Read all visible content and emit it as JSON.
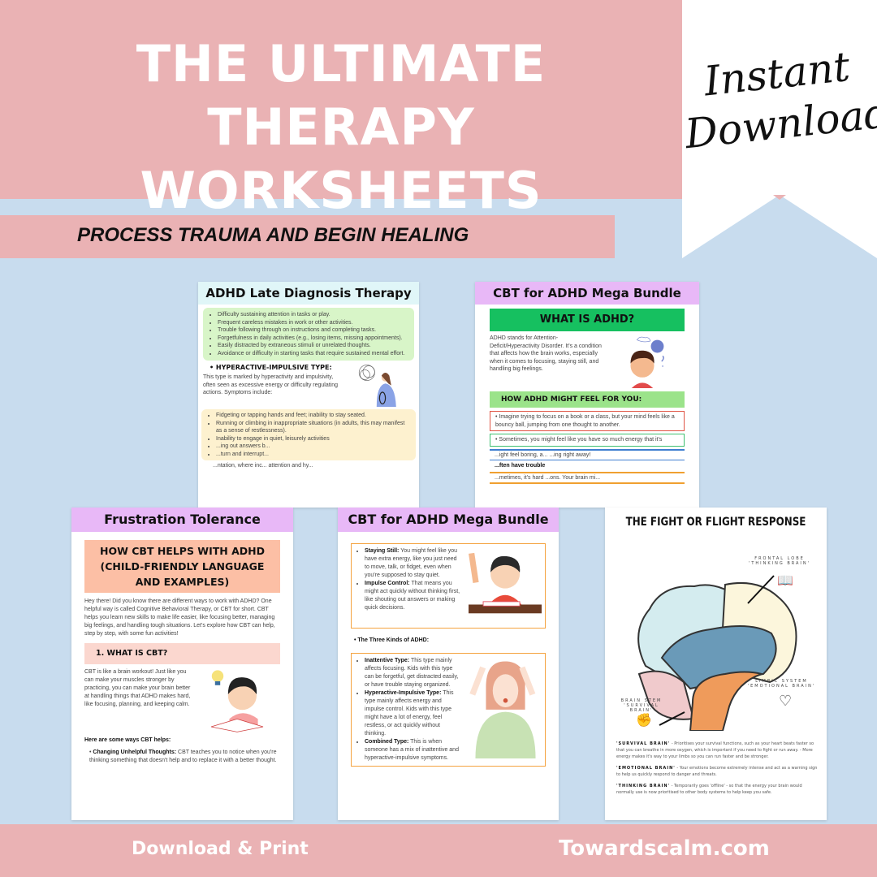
{
  "banner": {
    "title_line1": "THE ULTIMATE THERAPY",
    "title_line2": "WORKSHEETS",
    "badge_line1": "Instant",
    "badge_line2": "Download",
    "subtitle": "PROCESS TRAUMA AND BEGIN HEALING"
  },
  "colors": {
    "banner": "#eab2b4",
    "background": "#c8dcee",
    "card_header_purple": "#e8b8f7",
    "card_header_cyan": "#e0f6f8"
  },
  "footer": {
    "left": "Download & Print",
    "right": "Towardscalm.com"
  },
  "card_late": {
    "title": "ADHD Late Diagnosis Therapy",
    "list1": [
      "Difficulty sustaining attention in tasks or play.",
      "Frequent careless mistakes in work or other activities.",
      "Trouble following through on instructions and completing tasks.",
      "Forgetfulness in daily activities (e.g., losing items, missing appointments).",
      "Easily distracted by extraneous stimuli or unrelated thoughts.",
      "Avoidance or difficulty in starting tasks that require sustained mental effort."
    ],
    "heading": "HYPERACTIVE-IMPULSIVE TYPE:",
    "para": "This type is marked by hyperactivity and impulsivity, often seen as excessive energy or difficulty regulating actions. Symptoms include:",
    "list2": [
      "Fidgeting or tapping hands and feet; inability to stay seated.",
      "Running or climbing in inappropriate situations (in adults, this may manifest as a sense of restlessness).",
      "Inability to engage in quiet, leisurely activities",
      "...ing out answers b...",
      "...turn and interrupt..."
    ],
    "tail": "...ntation, where inc... attention and hy..."
  },
  "card_bundle1": {
    "title": "CBT for ADHD Mega Bundle",
    "section": "WHAT IS ADHD?",
    "para": "ADHD stands for Attention-Deficit/Hyperactivity Disorder. It's a condition that affects how the brain works, especially when it comes to focusing, staying still, and handling big feelings.",
    "section2": "HOW ADHD MIGHT FEEL FOR YOU:",
    "items": [
      "Imagine trying to focus on a book or a class, but your mind feels like a bouncy ball, jumping from one thought to another.",
      "Sometimes, you might feel like you have so much energy that it's",
      "...ight feel boring, a... ...ing right away!",
      "...ften have trouble",
      "...metimes, it's hard ...ons. Your brain mi..."
    ]
  },
  "card_frustration": {
    "title": "Frustration Tolerance",
    "heading": "HOW CBT HELPS WITH ADHD (CHILD-FRIENDLY LANGUAGE AND EXAMPLES)",
    "intro": "Hey there! Did you know there are different ways to work with ADHD? One helpful way is called Cognitive Behavioral Therapy, or CBT for short. CBT helps you learn new skills to make life easier, like focusing better, managing big feelings, and handling tough situations. Let's explore how CBT can help, step by step, with some fun activities!",
    "section": "1. WHAT IS CBT?",
    "para": "CBT is like a brain workout! Just like you can make your muscles stronger by practicing, you can make your brain better at handling things that ADHD makes hard, like focusing, planning, and keeping calm.",
    "ways_label": "Here are some ways CBT helps:",
    "bullet_label": "Changing Unhelpful Thoughts:",
    "bullet_text": "CBT teaches you to notice when you're thinking something that doesn't help and to replace it with a better thought."
  },
  "card_bundle2": {
    "title": "CBT for ADHD Mega Bundle",
    "box1": [
      {
        "label": "Staying Still:",
        "text": "You might feel like you have extra energy, like you just need to move, talk, or fidget, even when you're supposed to stay quiet."
      },
      {
        "label": "Impulse Control:",
        "text": "That means you might act quickly without thinking first, like shouting out answers or making quick decisions."
      }
    ],
    "kinds": "The Three Kinds of ADHD:",
    "box2": [
      {
        "label": "Inattentive Type:",
        "text": "This type mainly affects focusing. Kids with this type can be forgetful, get distracted easily, or have trouble staying organized."
      },
      {
        "label": "Hyperactive-Impulsive Type:",
        "text": "This type mainly affects energy and impulse control. Kids with this type might have a lot of energy, feel restless, or act quickly without thinking."
      },
      {
        "label": "Combined Type:",
        "text": "This is when someone has a mix of inattentive and hyperactive-impulsive symptoms."
      }
    ]
  },
  "card_brain": {
    "title": "THE FIGHT OR FLIGHT RESPONSE",
    "frontal": "FRONTAL LOBE",
    "frontal_sub": "'THINKING BRAIN'",
    "limbic": "LIMBIC SYSTEM",
    "limbic_sub": "'EMOTIONAL BRAIN'",
    "stem": "BRAIN STEM",
    "stem_sub": "'SURVIVAL BRAIN'",
    "notes": [
      {
        "label": "'SURVIVAL BRAIN'",
        "text": "- Prioritises your survival functions, such as your heart beats faster so that you can breathe in more oxygen, which is important if you need to fight or run away. - More energy makes it's way to your limbs so you can run faster and be stronger."
      },
      {
        "label": "'EMOTIONAL BRAIN'",
        "text": "- Your emotions become extremely intense and act as a warning sign to help us quickly respond to danger and threats."
      },
      {
        "label": "'THINKING BRAIN'",
        "text": "- Temporarily goes 'offline' - so that the energy your brain would normally use is now prioritised to other body systems to help keep you safe."
      }
    ]
  }
}
